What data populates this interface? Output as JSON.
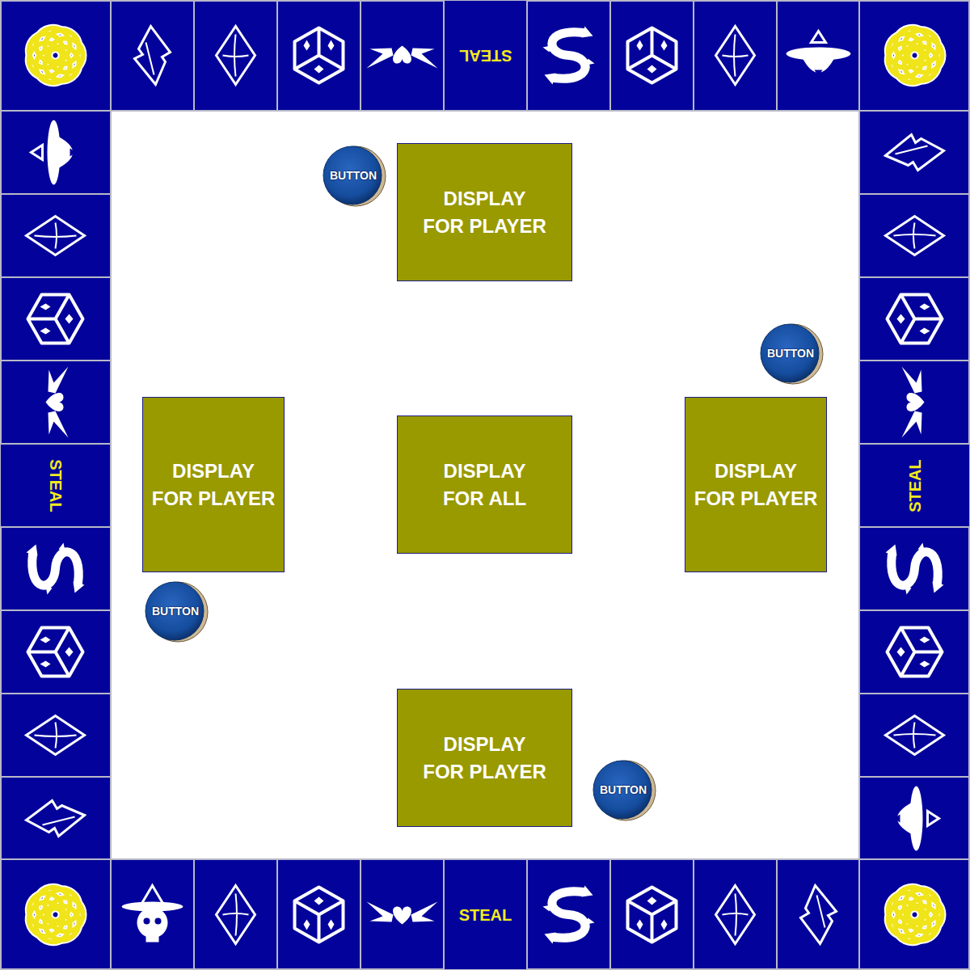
{
  "diagram": {
    "nodes": [
      {
        "text": [
          "STEAL"
        ]
      },
      {
        "text": [
          "BUTTON"
        ]
      },
      {
        "text": [
          "DISPLAY FOR PLAYER"
        ]
      },
      {
        "text": [
          "BUTTON"
        ]
      },
      {
        "text": [
          "DISPLAY FOR PLAYER"
        ]
      },
      {
        "text": [
          "DISPLAY FOR ALL"
        ]
      },
      {
        "text": [
          "DISPLAY FOR PLAYER"
        ]
      },
      {
        "text": [
          "STEAL"
        ]
      },
      {
        "text": [
          "STEAL"
        ]
      },
      {
        "text": [
          "BUTTON"
        ]
      },
      {
        "text": [
          "DISPLAY FOR PLAYER"
        ]
      },
      {
        "text": [
          "BUTTON"
        ]
      },
      {
        "text": [
          "STEAL"
        ]
      }
    ]
  }
}
